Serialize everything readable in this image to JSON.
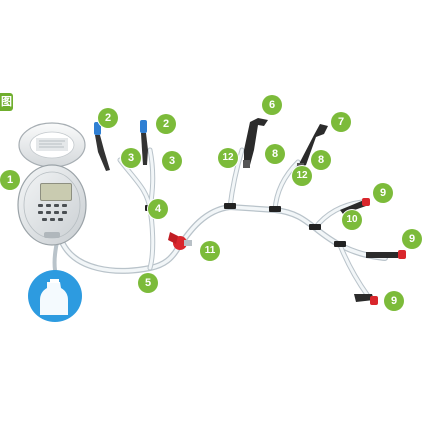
{
  "corner_tag": "图",
  "callouts": {
    "n1": "1",
    "n2a": "2",
    "n2b": "2",
    "n3a": "3",
    "n3b": "3",
    "n4": "4",
    "n5": "5",
    "n6": "6",
    "n7": "7",
    "n8a": "8",
    "n8b": "8",
    "n9a": "9",
    "n9b": "9",
    "n9c": "9",
    "n10": "10",
    "n11": "11",
    "n12a": "12",
    "n12b": "12"
  },
  "colors": {
    "callout": "#7cbb3a",
    "tubing": "#e8eef2",
    "valve": "#d9262c",
    "drip_blue": "#2f7fd3",
    "water_bag": "#2d9be0",
    "controller": "#dfe3e6"
  }
}
